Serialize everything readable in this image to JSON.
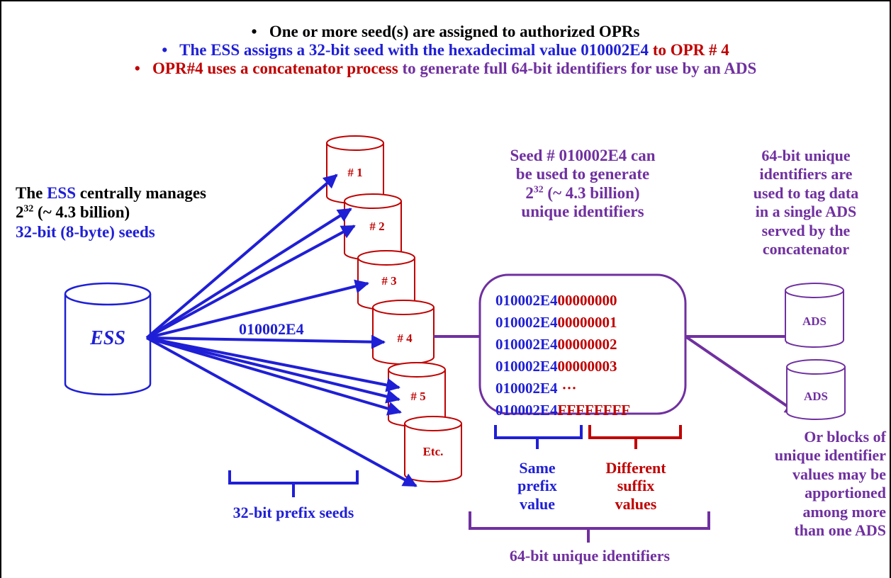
{
  "header": {
    "line1": "One or more seed(s) are assigned to authorized OPRs",
    "line2_a": "The ESS assigns a 32-bit seed with the hexadecimal value 010002E4",
    "line2_b": " to OPR # 4",
    "line3_a": "OPR#4 uses a concatenator process",
    "line3_b": " to generate full 64-bit identifiers for use by an ADS",
    "bullet": "•"
  },
  "ess_text": {
    "l1_a": "The ",
    "l1_b": "ESS",
    "l1_c": " centrally manages",
    "l2_base": "2",
    "l2_exp": "32",
    "l2_rest": " (~ 4.3 billion)",
    "l3": "32-bit (8-byte) seeds"
  },
  "ess_db_label": "ESS",
  "seed_arrow_label": "010002E4",
  "opr_labels": [
    "# 1",
    "# 2",
    "# 3",
    "# 4",
    "# 5",
    "Etc."
  ],
  "prefix_seeds_label": "32-bit prefix seeds",
  "seed_caption": {
    "l1": "Seed # 010002E4 can",
    "l2": "be used to generate",
    "l3_base": "2",
    "l3_exp": "32",
    "l3_rest": " (~ 4.3 billion)",
    "l4": "unique identifiers"
  },
  "id_rows": [
    {
      "prefix": "010002E4",
      "suffix": "00000000"
    },
    {
      "prefix": "010002E4",
      "suffix": "00000001"
    },
    {
      "prefix": "010002E4",
      "suffix": "00000002"
    },
    {
      "prefix": "010002E4",
      "suffix": "00000003"
    },
    {
      "prefix": "010002E4",
      "suffix": "···"
    },
    {
      "prefix": "010002E4",
      "suffix": "FFFFFFFF"
    }
  ],
  "same_prefix": [
    "Same",
    "prefix",
    "value"
  ],
  "different_suffix": [
    "Different",
    "suffix",
    "values"
  ],
  "bottom_label": "64-bit unique identifiers",
  "right_caption": [
    "64-bit unique",
    "identifiers are",
    "used to tag data",
    "in a single ADS",
    "served by the",
    "concatenator"
  ],
  "ads_labels": [
    "ADS",
    "ADS"
  ],
  "blocks_caption": [
    "Or blocks of",
    "unique identifier",
    "values may be",
    "apportioned",
    "among more",
    "than one ADS"
  ],
  "colors": {
    "blue": "#1f1fd6",
    "red": "#c00000",
    "purple": "#7030a0",
    "black": "#000000"
  }
}
